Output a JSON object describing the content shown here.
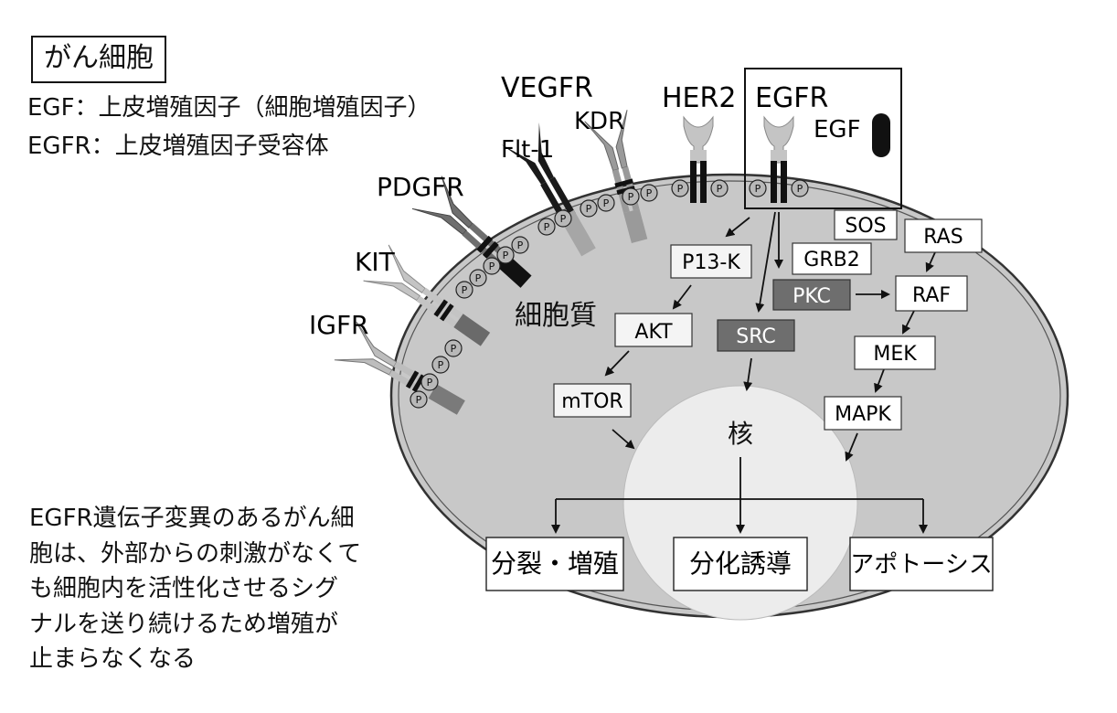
{
  "title": "がん細胞",
  "legend": {
    "egf_def": "EGF：上皮増殖因子（細胞増殖因子）",
    "egfr_def": "EGFR：上皮増殖因子受容体"
  },
  "receptors": {
    "vegfr": "VEGFR",
    "flt1": "Flt-1",
    "kdr": "KDR",
    "her2": "HER2",
    "egfr": "EGFR",
    "egf": "EGF",
    "pdgfr": "PDGFR",
    "kit": "KIT",
    "igfr": "IGFR",
    "phospho": "P"
  },
  "cytoplasm_label": "細胞質",
  "nucleus_label": "核",
  "signal_boxes": {
    "sos": "SOS",
    "ras": "RAS",
    "grb2": "GRB2",
    "p13k": "P13-K",
    "pkc": "PKC",
    "raf": "RAF",
    "akt": "AKT",
    "src": "SRC",
    "mek": "MEK",
    "mtor": "mTOR",
    "mapk": "MAPK"
  },
  "outcomes": {
    "proliferation": "分裂・増殖",
    "differentiation": "分化誘導",
    "apoptosis": "アポトーシス"
  },
  "note_lines": [
    "EGFR遺伝子変異のあるがん細",
    "胞は、外部からの刺激がなくて",
    "も細胞内を活性化させるシグ",
    "ナルを送り続けるため増殖が",
    "止まらなくなる"
  ],
  "colors": {
    "cell": "#c8c8c8",
    "nucleus": "#ececec",
    "dark_box": "#6e6e6e",
    "receptor_light": "#bdbdbd",
    "receptor_mid": "#8c8c8c",
    "receptor_dark": "#1a1a1a"
  }
}
